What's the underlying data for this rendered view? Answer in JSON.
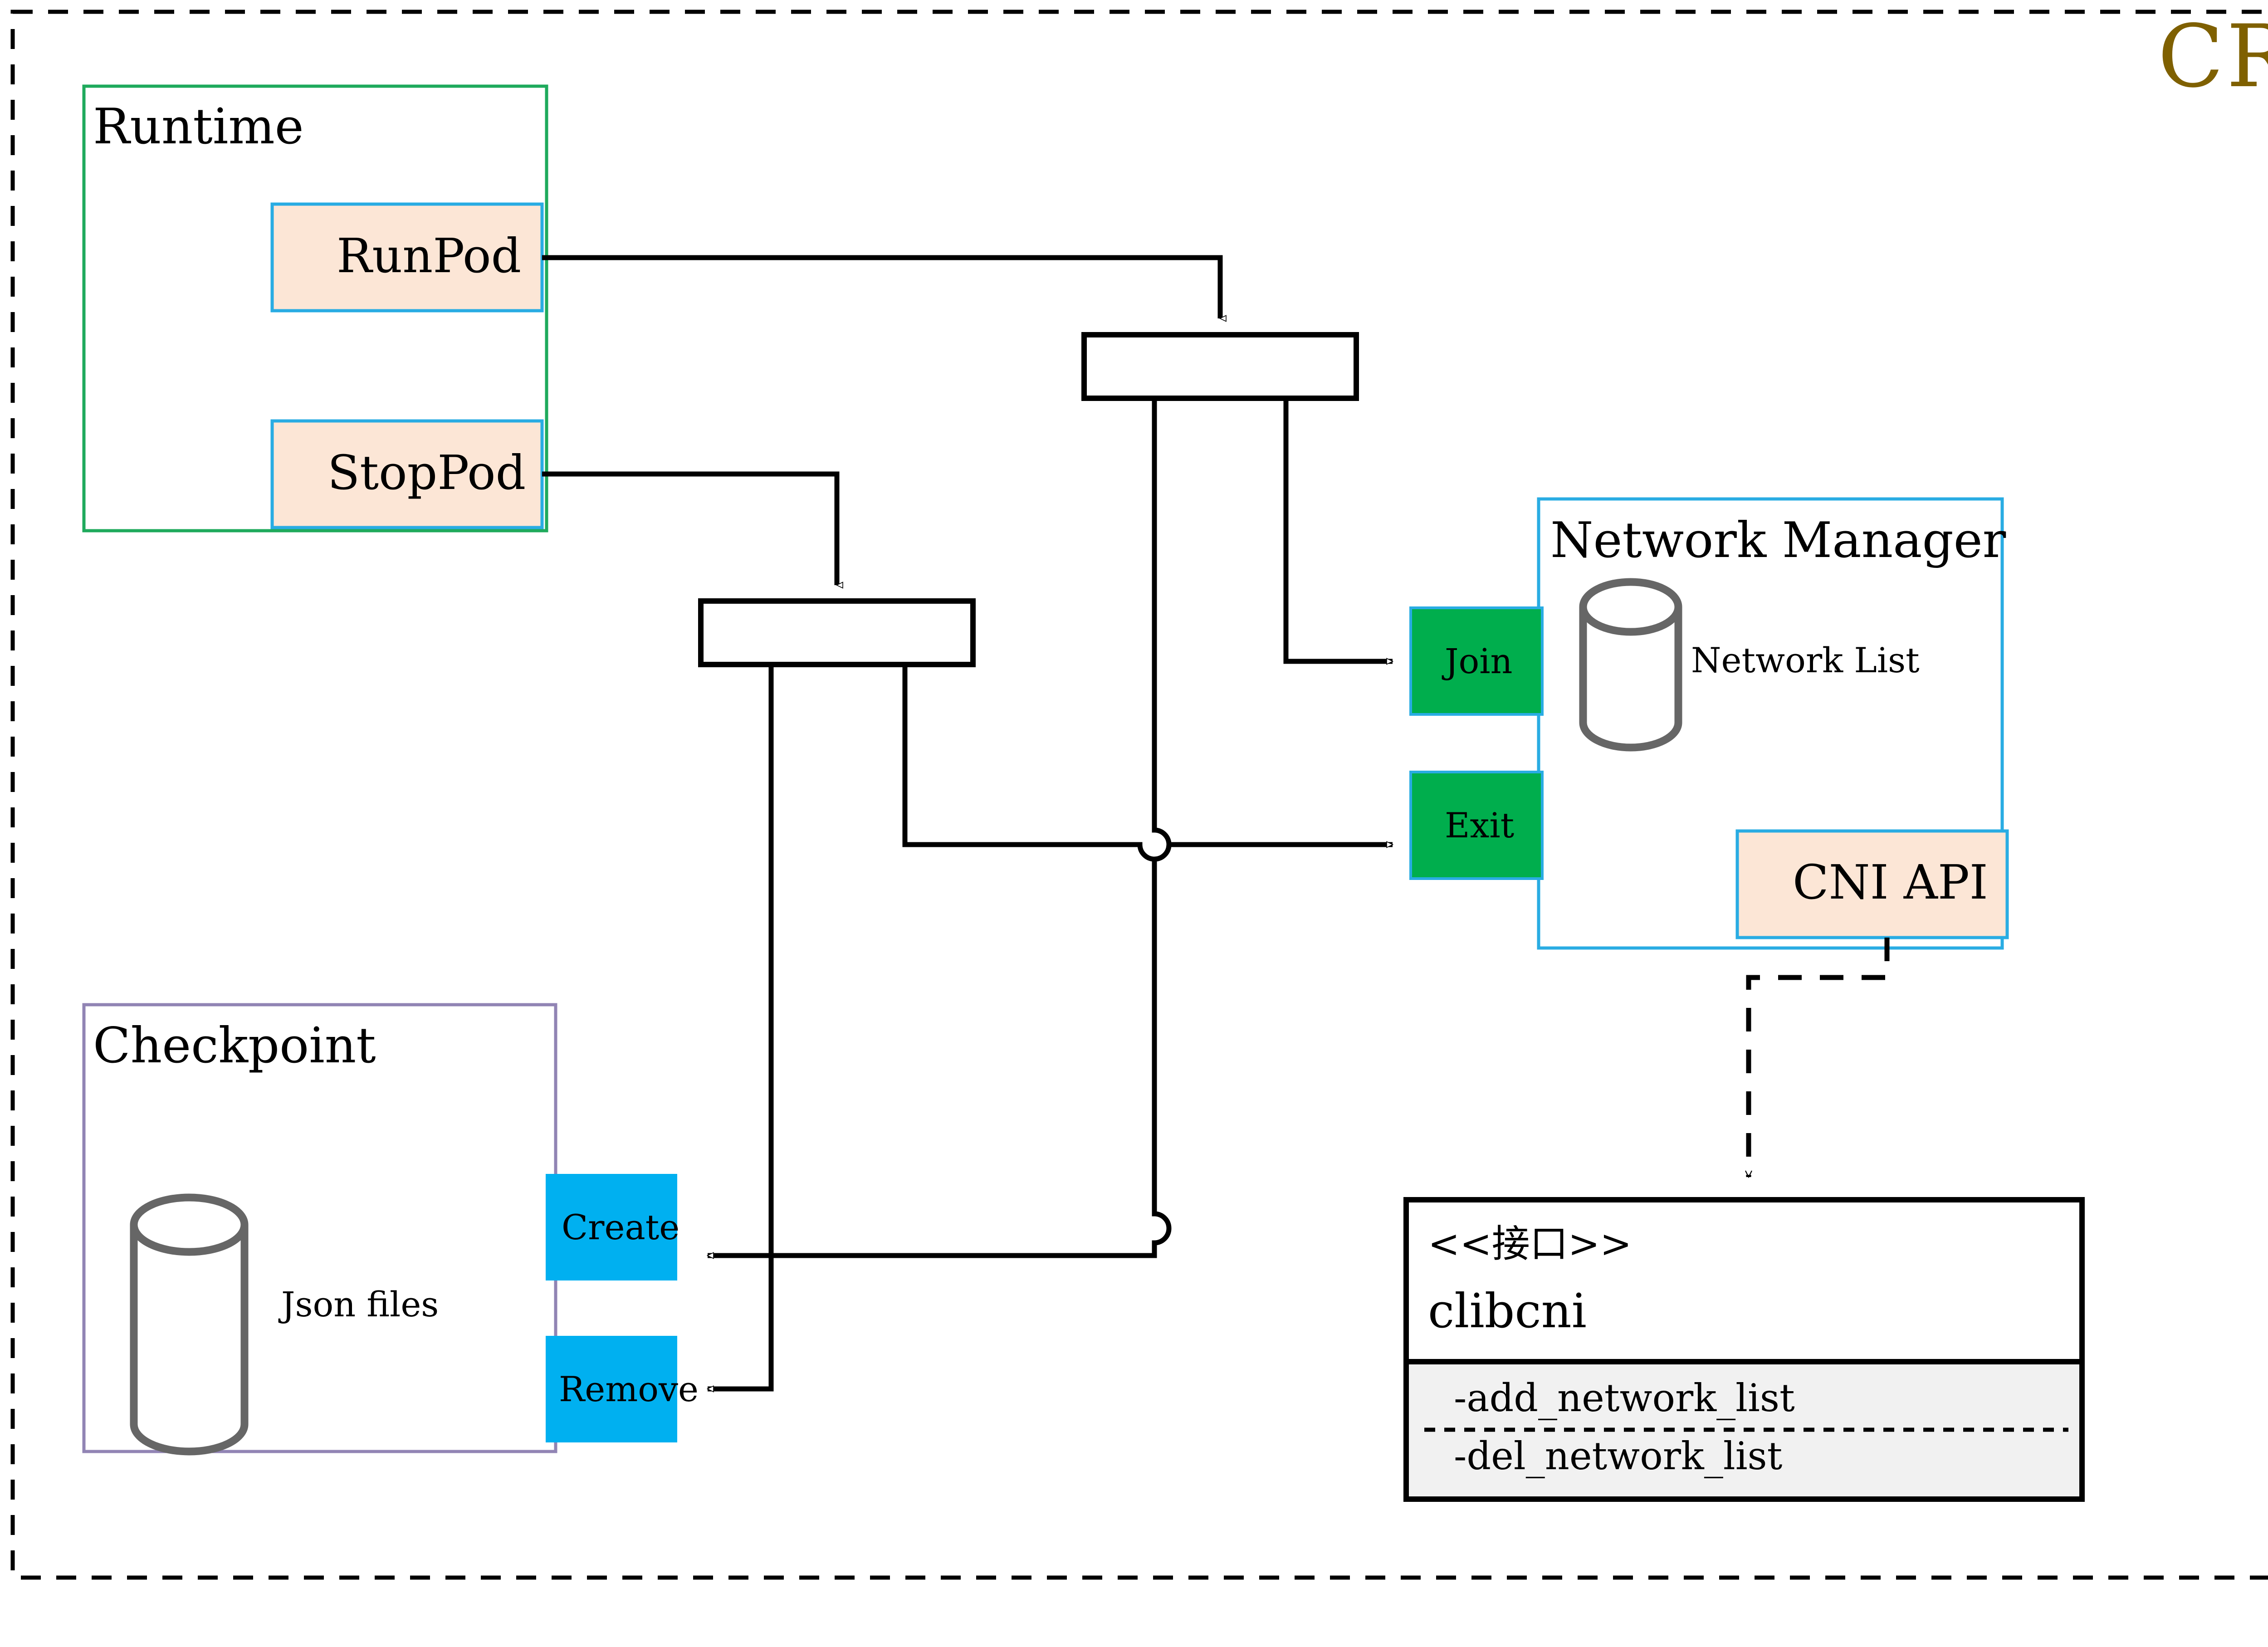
{
  "diagram": {
    "title": "CRI",
    "title_color": "#7f6000",
    "outer_border": "dashed-black"
  },
  "groups": {
    "runtime": {
      "label": "Runtime",
      "border_color": "#1faa5c",
      "nodes": [
        {
          "label": "RunPod",
          "fill": "#fce6d6",
          "border": "#29ace3"
        },
        {
          "label": "StopPod",
          "fill": "#fce6d6",
          "border": "#29ace3"
        }
      ]
    },
    "checkpoint": {
      "label": "Checkpoint",
      "border_color": "#9184b4",
      "store_label": "Json files",
      "store_color": "#666666",
      "nodes": [
        {
          "label": "Create",
          "fill": "#00b0f0"
        },
        {
          "label": "Remove",
          "fill": "#00b0f0"
        }
      ]
    },
    "network_manager": {
      "label": "Network Manager",
      "border_color": "#29ace3",
      "store_label": "Network List",
      "store_color": "#666666",
      "nodes": [
        {
          "label": "Join",
          "fill": "#00ae4d",
          "border": "#29ace3"
        },
        {
          "label": "Exit",
          "fill": "#00ae4d",
          "border": "#29ace3"
        }
      ],
      "api": {
        "label": "CNI API",
        "fill": "#fce6d6",
        "border": "#29ace3"
      }
    }
  },
  "interface_box": {
    "stereotype": "<<接口>>",
    "name": "clibcni",
    "methods": [
      "-add_network_list",
      "-del_network_list"
    ],
    "border_color": "#000000",
    "method_section_fill": "#f1f1f1"
  },
  "fork_nodes": [
    {
      "name": "fork-runpod"
    },
    {
      "name": "fork-stoppod"
    }
  ]
}
